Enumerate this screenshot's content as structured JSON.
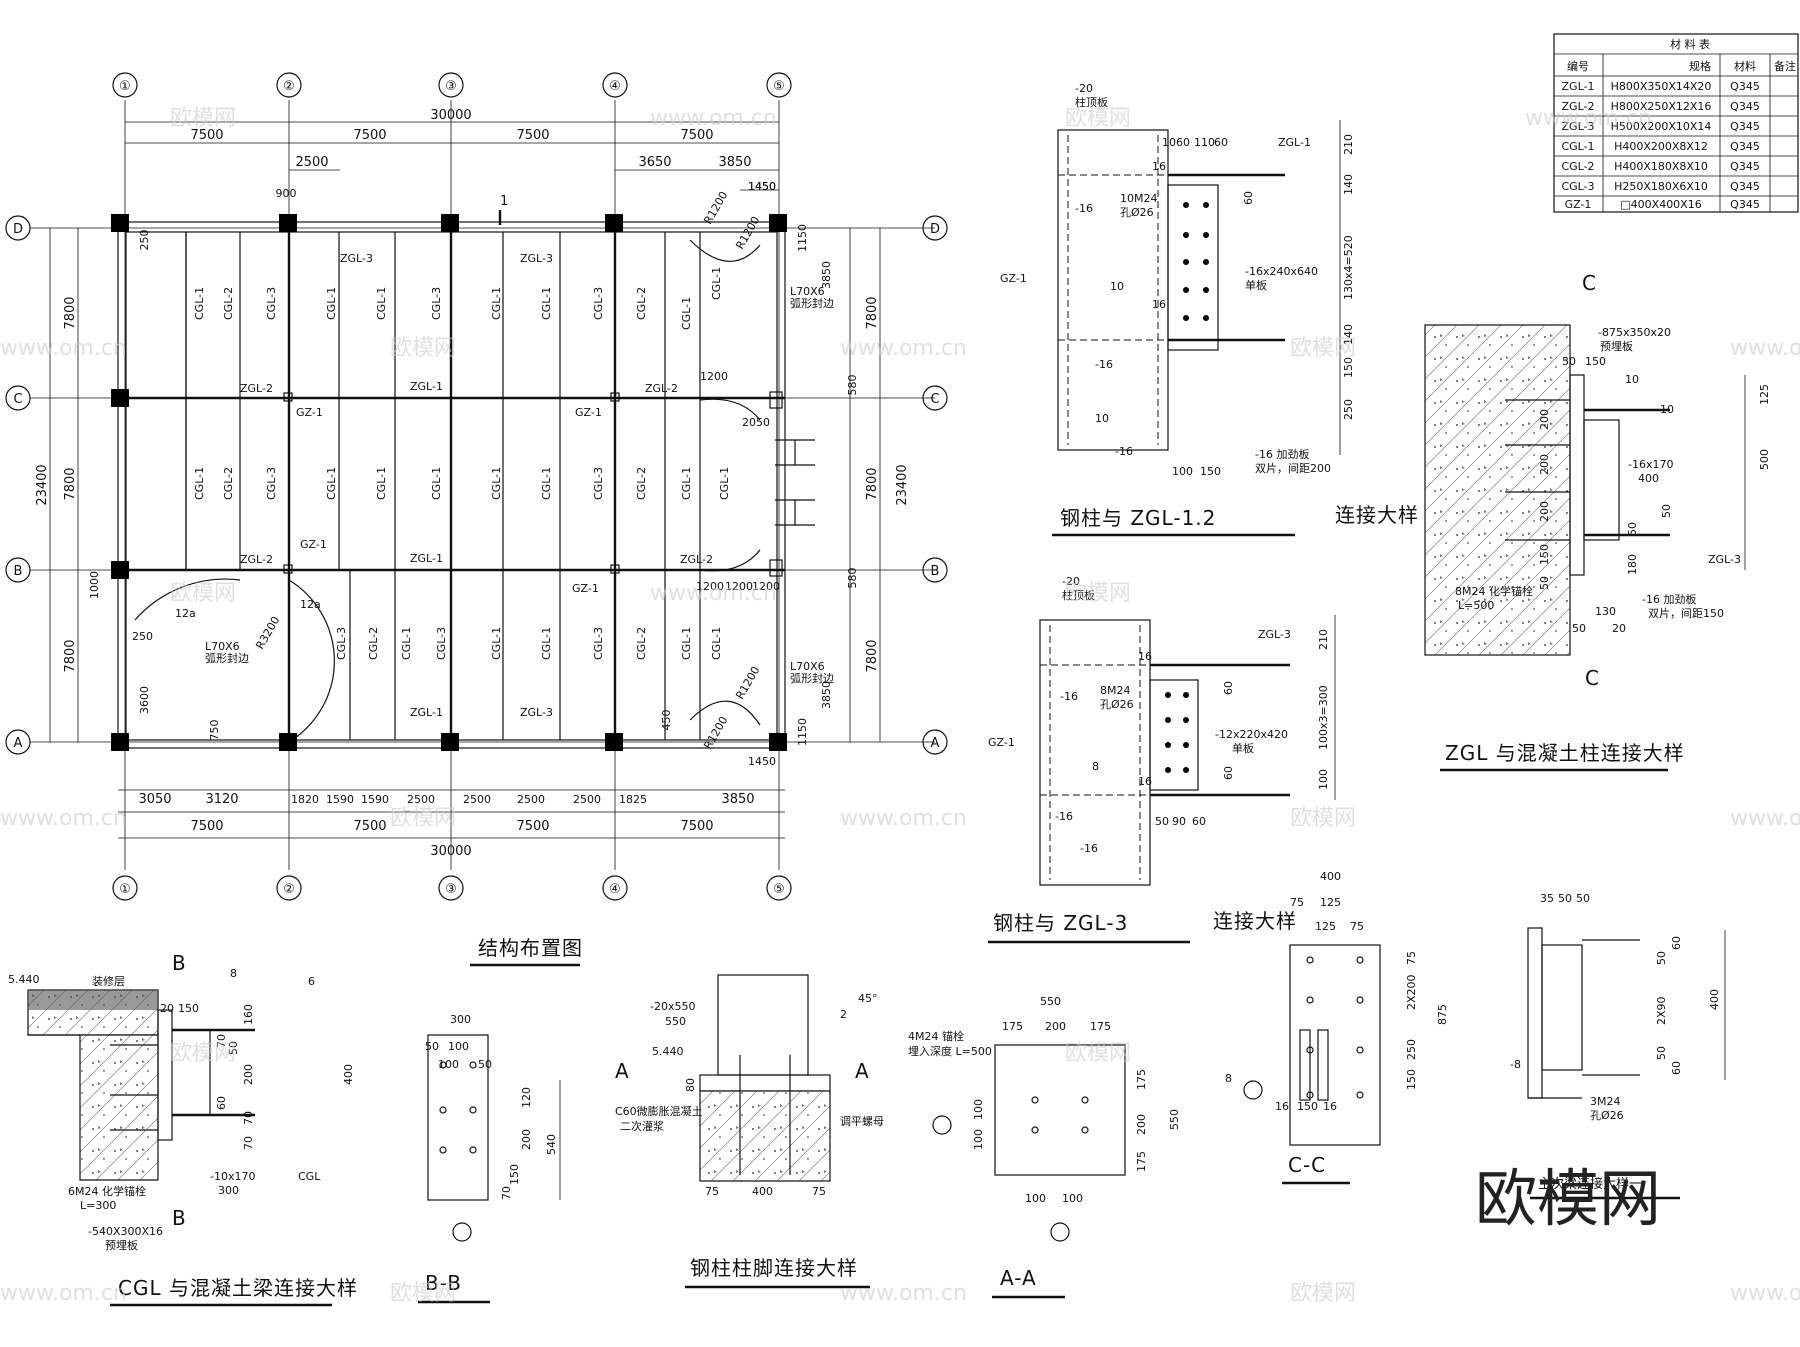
{
  "grid": {
    "cols": [
      "①",
      "②",
      "③",
      "④",
      "⑤"
    ],
    "rows": [
      "D",
      "C",
      "B",
      "A"
    ],
    "top_total": "30000",
    "bottom_total": "30000",
    "top_bays": [
      "7500",
      "7500",
      "7500",
      "7500"
    ],
    "bottom_bays": [
      "7500",
      "7500",
      "7500",
      "7500"
    ],
    "top_sub": [
      "2500",
      "3650",
      "3850",
      "900",
      "1450"
    ],
    "bottom_sub": [
      "3050",
      "3120",
      "1820",
      "1590",
      "1590",
      "2500",
      "2500",
      "2500",
      "2500",
      "1825",
      "3850"
    ],
    "left_total": "23400",
    "left_bays": [
      "7800",
      "7800",
      "7800"
    ],
    "right_total": "23400",
    "right_bays": [
      "7800",
      "7800",
      "7800"
    ],
    "left_misc": [
      "250",
      "1000",
      "250",
      "3600"
    ],
    "right_misc": [
      "1150",
      "3850",
      "580",
      "580",
      "3850",
      "1150",
      "1450",
      "1450",
      "1200",
      "2050",
      "450",
      "750"
    ]
  },
  "members": {
    "zgl": [
      "ZGL-3",
      "ZGL-3",
      "ZGL-1",
      "ZGL-1",
      "ZGL-2",
      "ZGL-2",
      "ZGL-2",
      "ZGL-2",
      "ZGL-3",
      "ZGL-1"
    ],
    "gz": [
      "GZ-1",
      "GZ-1",
      "GZ-1",
      "GZ-1"
    ],
    "cgl_top": [
      "CGL-1",
      "CGL-2",
      "CGL-3",
      "CGL-1",
      "CGL-1",
      "CGL-3",
      "CGL-1",
      "CGL-1",
      "CGL-3",
      "CGL-2",
      "CGL-1",
      "CGL-1"
    ],
    "cgl_mid": [
      "CGL-1",
      "CGL-2",
      "CGL-3",
      "CGL-1",
      "CGL-1",
      "CGL-1",
      "CGL-1",
      "CGL-1",
      "CGL-3",
      "CGL-2",
      "CGL-1",
      "CGL-1"
    ],
    "cgl_bot": [
      "CGL-3",
      "CGL-2",
      "CGL-1",
      "CGL-3",
      "CGL-1",
      "CGL-1",
      "CGL-3",
      "CGL-2",
      "CGL-1",
      "CGL-1"
    ],
    "misc": [
      "L70X6",
      "弧形封边",
      "L70X6",
      "弧形封边",
      "L70X6",
      "弧形封边",
      "R3200",
      "R1200",
      "R1200",
      "R1200",
      "R1200",
      "12a",
      "12a",
      "1200",
      "1200",
      "1200"
    ],
    "section_mark": "1"
  },
  "plan_title": "结构布置图",
  "material_table": {
    "title": "材 料 表",
    "headers": [
      "编号",
      "规格",
      "材料",
      "备注"
    ],
    "rows": [
      [
        "ZGL-1",
        "H800X350X14X20",
        "Q345",
        ""
      ],
      [
        "ZGL-2",
        "H800X250X12X16",
        "Q345",
        ""
      ],
      [
        "ZGL-3",
        "H500X200X10X14",
        "Q345",
        ""
      ],
      [
        "CGL-1",
        "H400X200X8X12",
        "Q345",
        ""
      ],
      [
        "CGL-2",
        "H400X180X8X10",
        "Q345",
        ""
      ],
      [
        "CGL-3",
        "H250X180X6X10",
        "Q345",
        ""
      ],
      [
        "GZ-1",
        "□400X400X16",
        "Q345",
        ""
      ]
    ]
  },
  "detail1": {
    "title": "钢柱与 ZGL-1.2",
    "subtitle": "连接大样",
    "labels": [
      "-20",
      "柱顶板",
      "ZGL-1",
      "GZ-1",
      "-16",
      "-16",
      "-16",
      "10M24",
      "孔Ø26",
      "-16x240x640",
      "单板",
      "10",
      "10",
      "16",
      "16",
      "-16 加劲板",
      "双片，间距200"
    ],
    "dims": [
      "10",
      "60",
      "110",
      "60",
      "210",
      "140",
      "60",
      "130x4=520",
      "140",
      "150",
      "250",
      "100",
      "150"
    ]
  },
  "detail2": {
    "title": "钢柱与 ZGL-3",
    "subtitle": "连接大样",
    "labels": [
      "-20",
      "柱顶板",
      "ZGL-3",
      "GZ-1",
      "-16",
      "-16",
      "-16",
      "8M24",
      "孔Ø26",
      "-12x220x420",
      "单板",
      "8",
      "16",
      "16"
    ],
    "dims": [
      "210",
      "60",
      "100x3=300",
      "60",
      "100",
      "50",
      "90",
      "60"
    ]
  },
  "detail3": {
    "title": "ZGL 与混凝土柱连接大样",
    "section": "C",
    "labels": [
      "-875x350x20",
      "预埋板",
      "-16x170",
      "400",
      "ZGL-3",
      "8M24 化学锚栓",
      "L=500",
      "-16 加劲板",
      "双片，间距150",
      "10",
      "10"
    ],
    "dims": [
      "50",
      "150",
      "200",
      "200",
      "200",
      "150",
      "50",
      "125",
      "500",
      "50",
      "180",
      "50",
      "130",
      "20",
      "50"
    ]
  },
  "detail4": {
    "title": "CGL 与混凝土梁连接大样",
    "section": "B",
    "labels": [
      "5.440",
      "装修层",
      "6M24 化学锚栓",
      "L=300",
      "-540X300X16",
      "预埋板",
      "-10x170",
      "300",
      "CGL",
      "8",
      "6"
    ],
    "dims": [
      "20",
      "150",
      "160",
      "70",
      "50",
      "200",
      "60",
      "70",
      "70",
      "400"
    ]
  },
  "detail5": {
    "title": "B-B",
    "dims": [
      "300",
      "50",
      "100",
      "50",
      "100",
      "120",
      "200",
      "150",
      "70",
      "540"
    ]
  },
  "detail6": {
    "title": "钢柱柱脚连接大样",
    "labels": [
      "-20x550",
      "550",
      "5.440",
      "C60微膨胀混凝土",
      "二次灌浆",
      "调平螺母",
      "45°",
      "2",
      "A",
      "A"
    ],
    "dims": [
      "80",
      "75",
      "400",
      "75"
    ]
  },
  "detail7": {
    "title": "A-A",
    "labels": [
      "4M24 锚栓",
      "埋入深度 L=500"
    ],
    "dims": [
      "550",
      "175",
      "200",
      "175",
      "100",
      "100",
      "175",
      "200",
      "175",
      "550",
      "100",
      "100"
    ]
  },
  "detail8": {
    "title": "C-C",
    "labels": [
      "8"
    ],
    "dims": [
      "400",
      "75",
      "125",
      "125",
      "75",
      "75",
      "2X200",
      "250",
      "150",
      "875",
      "16",
      "150",
      "16"
    ]
  },
  "detail9": {
    "title": "主次梁连接大样一",
    "labels": [
      "-8",
      "3M24",
      "孔Ø26"
    ],
    "dims": [
      "35",
      "50",
      "50",
      "50",
      "60",
      "2X90",
      "50",
      "60",
      "400"
    ]
  },
  "watermarks": {
    "site": "www.om.cn",
    "brand": "欧模网"
  }
}
